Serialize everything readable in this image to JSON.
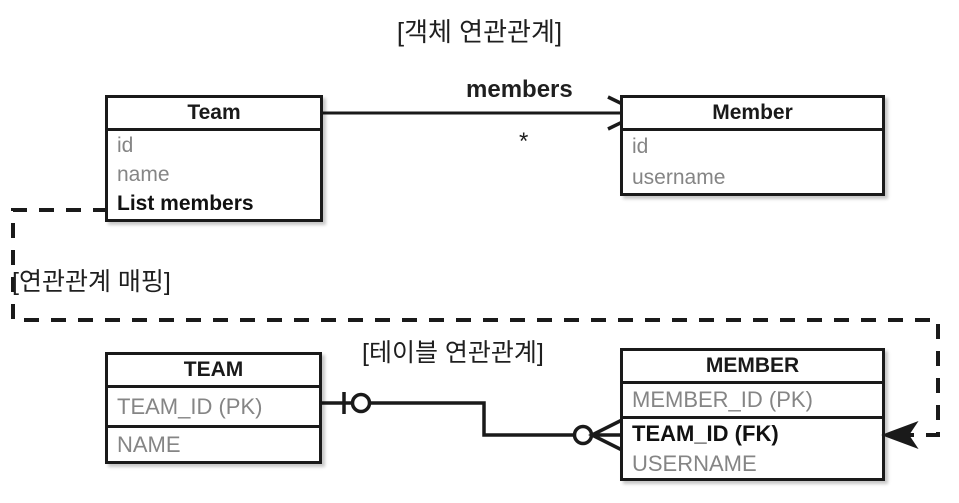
{
  "diagram": {
    "title": "[객체 연관관계]",
    "section_labels": {
      "mapping": "[연관관계 매핑]",
      "table_relation": "[테이블 연관관계]"
    },
    "colors": {
      "stroke": "#1a1a1a",
      "attribute_text": "#858585",
      "emphasis_text": "#111111",
      "background": "#ffffff"
    }
  },
  "object_model": {
    "classes": [
      {
        "name": "Team",
        "attributes": [
          {
            "label": "id",
            "emphasis": false
          },
          {
            "label": "name",
            "emphasis": false
          },
          {
            "label": "List members",
            "emphasis": true
          }
        ]
      },
      {
        "name": "Member",
        "attributes": [
          {
            "label": "id",
            "emphasis": false
          },
          {
            "label": "username",
            "emphasis": false
          }
        ]
      }
    ],
    "association": {
      "label": "members",
      "multiplicity": "*",
      "source": "Team",
      "target": "Member",
      "arrow": "open-arrow-right"
    }
  },
  "table_model": {
    "tables": [
      {
        "name": "TEAM",
        "columns": [
          {
            "label": "TEAM_ID (PK)",
            "emphasis": false,
            "separator_above": false
          },
          {
            "label": "NAME",
            "emphasis": false,
            "separator_above": true
          }
        ]
      },
      {
        "name": "MEMBER",
        "columns": [
          {
            "label": "MEMBER_ID (PK)",
            "emphasis": false,
            "separator_above": false
          },
          {
            "label": "TEAM_ID (FK)",
            "emphasis": true,
            "separator_above": true
          },
          {
            "label": "USERNAME",
            "emphasis": false,
            "separator_above": false
          }
        ]
      }
    ],
    "relationship": {
      "left_notation": "one-and-only-one-tick-circle",
      "right_notation": "crows-foot-circle",
      "from": "TEAM.TEAM_ID (PK)",
      "to": "MEMBER.TEAM_ID (FK)"
    }
  },
  "mapping_connector": {
    "style": "dashed",
    "from": "Team.List members",
    "to": "MEMBER.TEAM_ID (FK)",
    "arrow": "solid-arrow-left"
  }
}
